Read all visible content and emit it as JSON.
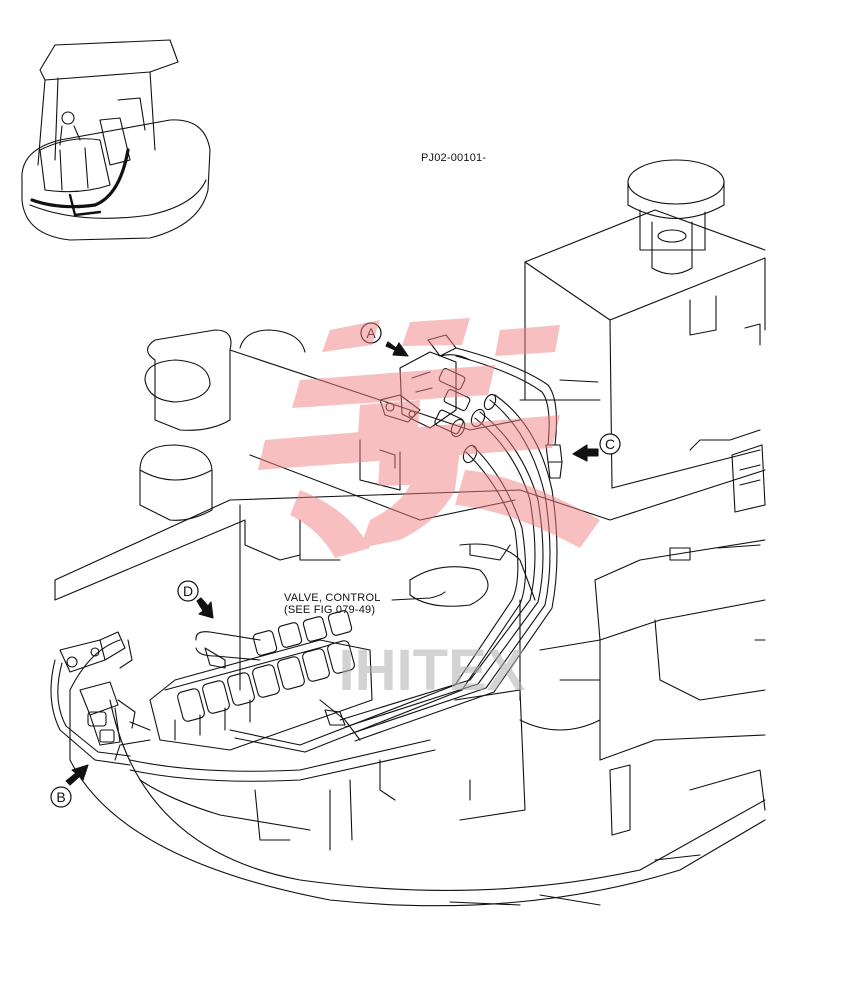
{
  "diagram": {
    "figure_id": "PJ02-00101-",
    "valve_label_line1": "VALVE, CONTROL",
    "valve_label_line2": "(SEE FIG 079-49)",
    "callouts": {
      "a": "A",
      "b": "B",
      "c": "C",
      "d": "D"
    },
    "watermark_text": "IHITEX"
  },
  "colors": {
    "line": "#111111",
    "watermark": "#f08080",
    "watermark_text": "#b0b0b0"
  }
}
